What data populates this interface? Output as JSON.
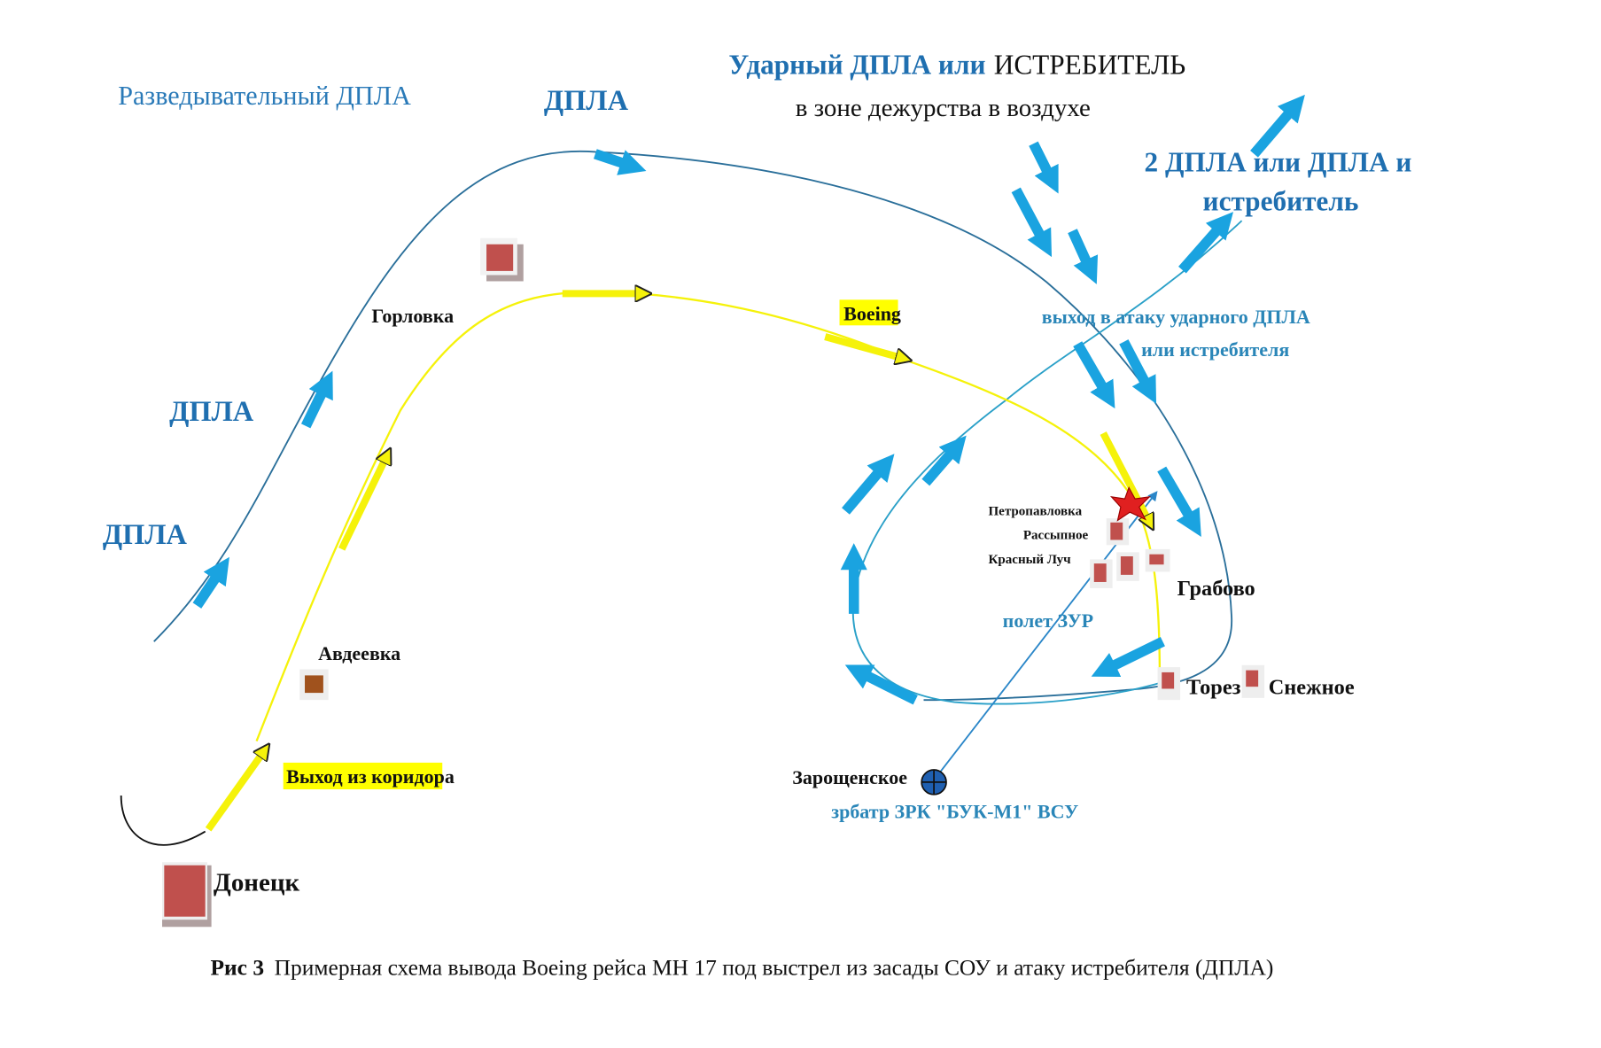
{
  "labels": {
    "recon_uav": "Разведывательный ДПЛА",
    "uav_top": "ДПЛА",
    "uav_mid": "ДПЛА",
    "uav_low": "ДПЛА",
    "strike_prefix": "Ударный ДПЛА или",
    "strike_fighter": "ИСТРЕБИТЕЛЬ",
    "patrol_zone": "в зоне дежурства в воздухе",
    "two_uav_line1": "2 ДПЛА или ДПЛА и",
    "two_uav_line2": "истребитель",
    "attack_line1": "выход в атаку ударного ДПЛА",
    "attack_line2": "или истребителя",
    "boeing": "Boeing",
    "corridor_exit": "Выход из коридора",
    "missile_flight": "полет ЗУР",
    "sam_battery": "зрбатр ЗРК \"БУК-М1\" ВСУ"
  },
  "places": {
    "gorlovka": "Горловка",
    "avdeevka": "Авдеевка",
    "donetsk": "Донецк",
    "petropavlovka": "Петропавловка",
    "rassypnoe": "Рассыпное",
    "krasny_luch": "Красный Луч",
    "grabovo": "Грабово",
    "torez": "Торез",
    "snezhnoe": "Снежное",
    "zaroshchenskoe": "Зарощенское"
  },
  "caption": {
    "prefix": "Рис 3",
    "text": "Примерная схема вывода Boeing  рейса МН 17 под выстрел из засады СОУ и атаку истребителя (ДПЛА)"
  },
  "colors": {
    "uav_arrow": "#1aa3e0",
    "uav_track": "#2a6f9a",
    "boeing_track": "#f5f20a",
    "settlement": "#c0504d",
    "highlight": "#ffff00"
  }
}
